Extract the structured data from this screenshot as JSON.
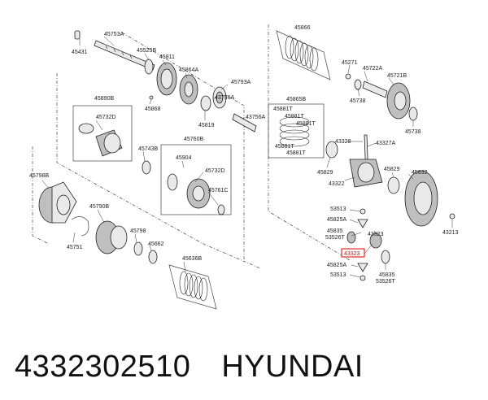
{
  "colors": {
    "highlight": "#e00000",
    "line": "#222222",
    "part_fill": "#e9e9e9"
  },
  "labels": {
    "p45753A": "45753A",
    "p45431": "45431",
    "p45525B": "45525B",
    "p45811": "45811",
    "p45864A": "45864A",
    "p45868": "45868",
    "p45793A": "45793A",
    "p43756A": "43756A",
    "p45819": "45819",
    "p43756Ab": "43756A",
    "p45890B": "45890B",
    "p45732D": "45732D",
    "p45743B": "45743B",
    "p45760B": "45760B",
    "p45904": "45904",
    "p45732Db": "45732D",
    "p45761C": "45761C",
    "p45798B": "45798B",
    "p45790B": "45790B",
    "p45751": "45751",
    "p45798": "45798",
    "p45662": "45662",
    "p45636B": "45636B",
    "p45866": "45866",
    "p45271": "45271",
    "p45722A": "45722A",
    "p45721B": "45721B",
    "p45738": "45738",
    "p45738b": "45738",
    "p45865B": "45865B",
    "p45881T1": "45881T",
    "p45881T2": "45881T",
    "p45881T3": "45881T",
    "p45881T4": "45881T",
    "p45881T5": "45881T",
    "p43328": "43328",
    "p43327A": "43327A",
    "p45829": "45829",
    "p45829b": "45829",
    "p43322": "43322",
    "p45832": "45832",
    "p53513": "53513",
    "p45825A": "45825A",
    "p45835": "45835",
    "p53526T": "53526T",
    "p43323": "43323",
    "p43213": "43213",
    "p43323hl": "43323",
    "p45825Ab": "45825A",
    "p53513b": "53513",
    "p45835b": "45835",
    "p53526Tb": "53526T"
  },
  "caption": {
    "part_number": "4332302510",
    "brand": "HYUNDAI"
  }
}
